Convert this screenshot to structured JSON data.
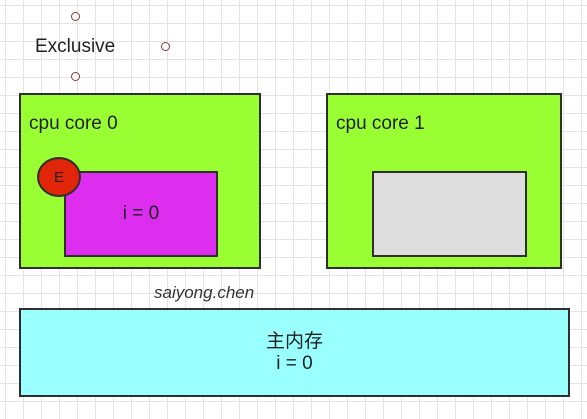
{
  "legend": {
    "state_name": "Exclusive"
  },
  "cores": [
    {
      "label": "cpu core 0",
      "cache_value": "i = 0",
      "state_badge": "E"
    },
    {
      "label": "cpu core 1",
      "cache_value": ""
    }
  ],
  "watermark": "saiyong.chen",
  "main_memory": {
    "title": "主内存",
    "value": "i = 0"
  },
  "colors": {
    "core_fill": "#99ff33",
    "cache_core0": "#dd2ef0",
    "cache_core1": "#dddddd",
    "badge_exclusive": "#e02508",
    "memory_fill": "#99ffff"
  }
}
